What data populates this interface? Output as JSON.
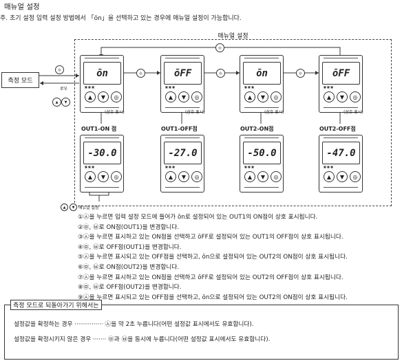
{
  "title": "매뉴얼 설정",
  "note": "주. 초기 설정 입력 설정 방법에서 「ōn」을 선택하고 있는 경우에 매뉴얼 설정이 가능합니다.",
  "diagram": {
    "box_title": "매뉴얼 설정",
    "measure_mode": "측정 모드",
    "top_displays": [
      "ōn",
      "ōFF",
      "ōn",
      "ōFF"
    ],
    "bottom_displays": [
      "-30.0",
      "-27.0",
      "-50.0",
      "-47.0"
    ],
    "out_labels": [
      "OUT1-ON 점",
      "OUT1-OFF점",
      "OUT2-ON점",
      "OUT2-OFF점"
    ],
    "mutual_label": "(상호 표시)",
    "manual_legend": "매뉴얼 설정",
    "return_label": "로우"
  },
  "steps": [
    "①㉦을 누르면 입력 설정 모드에 들어가 ōn로 설정되어 있는 OUT1의 ON점이 상호 표시됩니다.",
    "②㉤, ㉥로 ON점(OUT1)을 변경합니다.",
    "③㉦을 누르면 표시하고 있는 ON점을 선택하고 ōFF로 설정되어 있는 OUT1의 OFF점이 상호 표시됩니다.",
    "④㉤, ㉥로 OFF점(OUT1)을 변경합니다.",
    "⑤㉦을 누르면 표시되고 있는 OFF점을 선택하고, ōn으로 설정되어 있는 OUT2의 ON점이 상호 표시됩니다.",
    "⑥㉤, ㉥로 ON점(OUT2)을 변경합니다.",
    "⑦㉦을 누르면 표시하고 있는 ON점을 선택하고 ōFF로 설정되어 있는 OUT2의 OFF점이 상호 표시됩니다.",
    "⑧㉤, ㉥로 OFF점(OUT2)을 변경합니다.",
    "⑨㉦을 누르면 표시되고 있는 OFF점을 선택하고, ōn으로 설정되어 있는 OUT2의 ON점이 상호 표시됩니다."
  ],
  "return_box": {
    "title": "측정 모드로 되돌아가기 위해서는",
    "line1": "설정값을 확정하는 경우 ··············· ㉦을 약 2초 누릅니다(어떤 설정값 표시에서도 유효합니다).",
    "line2": "설정값을 확정시키지 않은 경우 ······· ㉤과 ㉥을 동시에 누릅니다(어떤 설정값 표시에서도 유효합니다)."
  }
}
